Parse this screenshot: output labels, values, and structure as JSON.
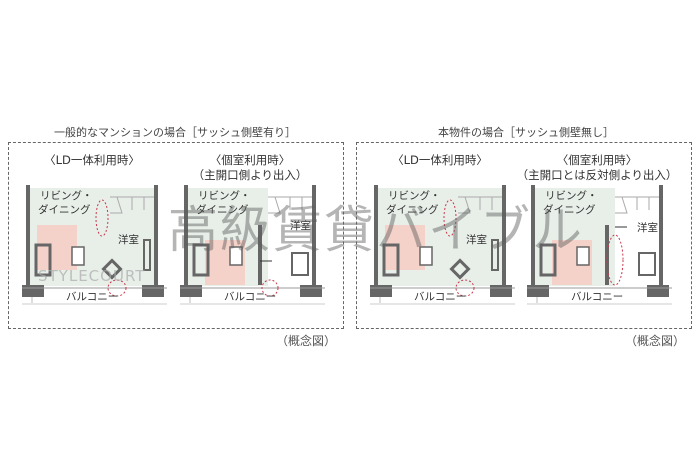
{
  "left": {
    "title": "一般的なマンションの場合［サッシュ側壁有り］",
    "note": "（概念図）",
    "panels": [
      {
        "heading": "〈LD一体利用時〉",
        "subheading": "",
        "living": "リビング・",
        "dining": "ダイニング",
        "room": "洋室",
        "balcony": "バルコニー"
      },
      {
        "heading": "〈個室利用時〉",
        "subheading": "（主開口側より出入）",
        "living": "リビング・",
        "dining": "ダイニング",
        "room": "洋室",
        "balcony": "バルコニー"
      }
    ]
  },
  "right": {
    "title": "本物件の場合［サッシュ側壁無し］",
    "note": "（概念図）",
    "panels": [
      {
        "heading": "〈LD一体利用時〉",
        "subheading": "",
        "living": "リビング・",
        "dining": "ダイニング",
        "room": "洋室",
        "balcony": "バルコニー"
      },
      {
        "heading": "〈個室利用時〉",
        "subheading": "（主開口とは反対側より出入）",
        "living": "リビング・",
        "dining": "ダイニング",
        "room": "洋室",
        "balcony": "バルコニー"
      }
    ]
  },
  "watermark": {
    "text": "高級賃貸バイブル",
    "logo": "STYLECOURT"
  },
  "colors": {
    "ld_fill": "#e8efe9",
    "highlight": "#f6c9c0",
    "marker": "#c8384a",
    "wall": "#666666"
  }
}
